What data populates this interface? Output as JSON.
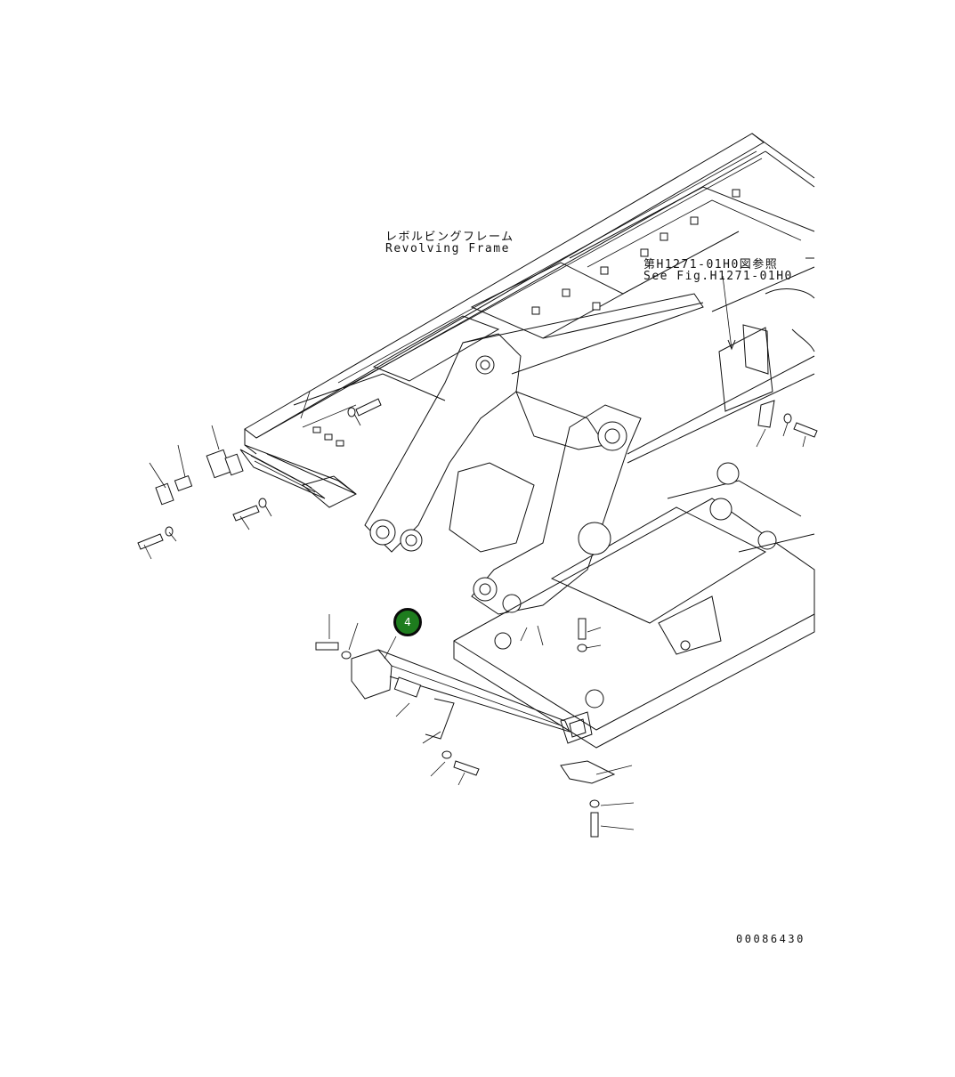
{
  "labels": {
    "revolving_frame_jp": "レボルビングフレーム",
    "revolving_frame_en": "Revolving Frame",
    "ref_jp": "第H1271-01H0図参照",
    "ref_en": "See Fig.H1271-01H0",
    "drawing_number": "00086430"
  },
  "callouts": [
    {
      "number": "4",
      "color": "#1e7d1e"
    }
  ]
}
